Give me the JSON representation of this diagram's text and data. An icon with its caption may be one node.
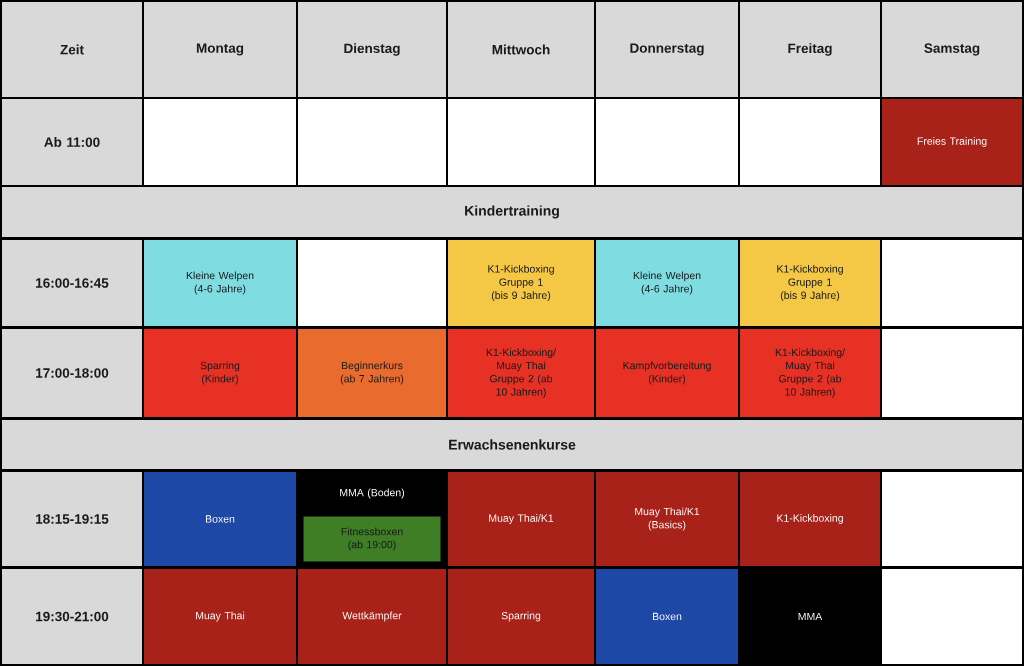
{
  "diagram": {
    "nodes": [
      {
        "text": [
          "Zeit"
        ]
      },
      {
        "text": [
          "Montag"
        ]
      },
      {
        "text": [
          "Dienstag"
        ]
      },
      {
        "text": [
          "Mittwoch"
        ]
      },
      {
        "text": [
          "Donnerstag"
        ]
      },
      {
        "text": [
          "Freitag"
        ]
      },
      {
        "text": [
          "Samstag"
        ]
      },
      {
        "text": [
          "Ab 11:00"
        ]
      },
      {
        "text": [],
        "shape": "box"
      },
      {
        "text": [],
        "shape": "box"
      },
      {
        "text": [],
        "shape": "box"
      },
      {
        "text": [],
        "shape": "box"
      },
      {
        "text": [],
        "shape": "box"
      },
      {
        "text": [
          "Freies Training"
        ]
      },
      {
        "text": [
          "Kindertraining"
        ]
      },
      {
        "text": [
          "16:00-16:45"
        ]
      },
      {
        "text": [
          "Kleine Welpen (4-6 Jahre)"
        ]
      },
      {
        "text": [],
        "shape": "box"
      },
      {
        "text": [
          "K1-Kickboxing Gruppe 1 (bis 9 Jahre)"
        ]
      },
      {
        "text": [
          "Kleine Welpen (4-6 Jahre)"
        ]
      },
      {
        "text": [
          "K1-Kickboxing Gruppe 1 (bis 9 Jahre)"
        ]
      },
      {
        "text": [],
        "shape": "box"
      },
      {
        "text": [
          "17:00-18:00"
        ]
      },
      {
        "text": [
          "Sparring (Kinder)"
        ]
      },
      {
        "text": [
          "Beginnerkurs (ab 7 Jahren)"
        ]
      },
      {
        "text": [
          "K1-Kickboxing/ Muay Thai Gruppe 2 (ab 10 Jahren)"
        ]
      },
      {
        "text": [
          "Kampfvorbereitung (Kinder)"
        ]
      },
      {
        "text": [
          "K1-Kickboxing/ Muay Thai Gruppe 2 (ab 10 Jahren)"
        ]
      },
      {
        "text": [],
        "shape": "box"
      },
      {
        "text": [
          "Erwachsenenkurse"
        ]
      },
      {
        "text": [
          "18:15-19:15"
        ]
      },
      {
        "text": [
          "Boxen"
        ]
      },
      {
        "text": [
          "MMA (Boden)"
        ]
      },
      {
        "text": [
          "Fitnessboxen (ab 19:00)"
        ],
        "in": 32
      },
      {
        "text": [
          "Muay Thai/K1"
        ]
      },
      {
        "text": [
          "Muay Thai/K1 (Basics)"
        ]
      },
      {
        "text": [
          "K1-Kickboxing"
        ]
      },
      {
        "text": [],
        "shape": "box"
      },
      {
        "text": [
          "19:30-21:00"
        ]
      },
      {
        "text": [
          "Muay Thai"
        ]
      },
      {
        "text": [
          "Wettkämpfer"
        ]
      },
      {
        "text": [
          "Sparring"
        ]
      },
      {
        "text": [
          "Boxen"
        ]
      },
      {
        "text": [
          "MMA"
        ]
      },
      {
        "text": [],
        "shape": "box"
      }
    ]
  }
}
